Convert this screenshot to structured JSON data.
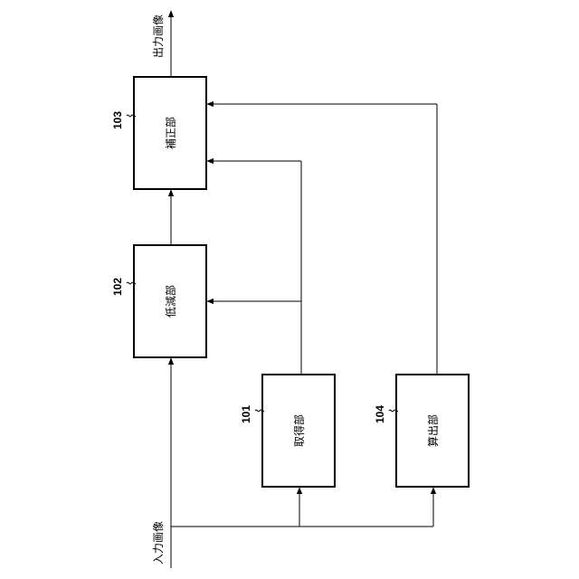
{
  "blocks": {
    "correction": {
      "name": "補正部",
      "ref": "103"
    },
    "reduction": {
      "name": "低減部",
      "ref": "102"
    },
    "acquisition": {
      "name": "取得部",
      "ref": "101"
    },
    "calculation": {
      "name": "算出部",
      "ref": "104"
    }
  },
  "io": {
    "input_label": "入力画像",
    "output_label": "出力画像"
  }
}
